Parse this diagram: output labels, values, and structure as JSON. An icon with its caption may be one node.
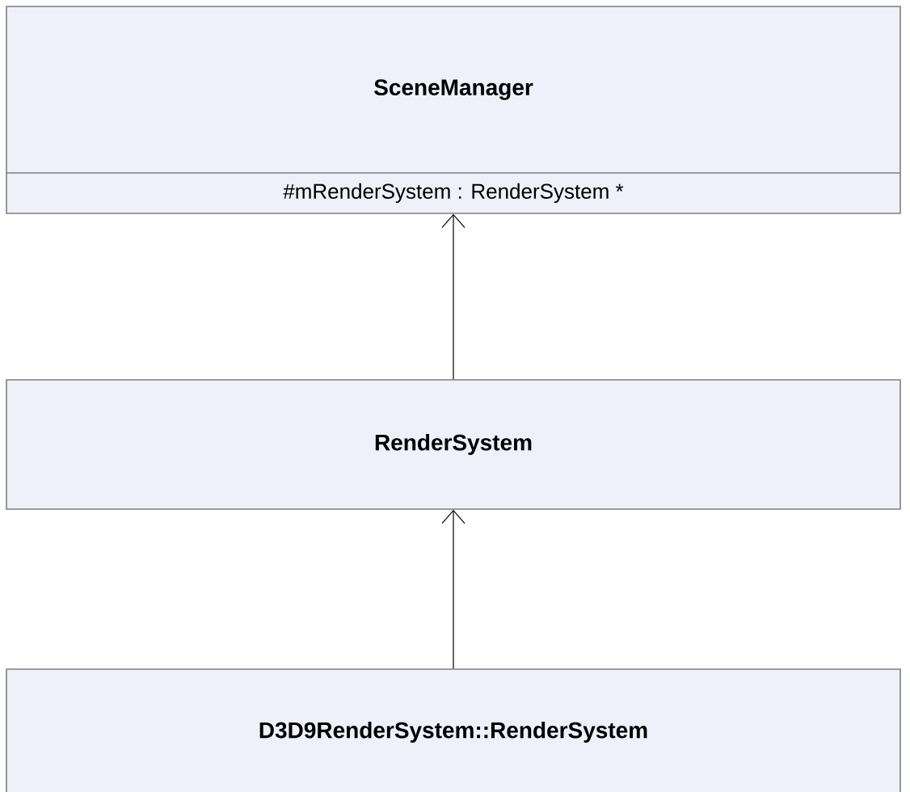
{
  "diagram": {
    "nodes": [
      {
        "text": [
          "SceneManager",
          "#mRenderSystem : RenderSystem *"
        ]
      },
      {
        "text": [
          "RenderSystem"
        ]
      },
      {
        "text": [
          "D3D9RenderSystem::RenderSystem"
        ]
      }
    ],
    "edges": [
      {
        "from": 1,
        "to": 0,
        "arrow": "to"
      },
      {
        "from": 2,
        "to": 1,
        "arrow": "to"
      }
    ]
  }
}
